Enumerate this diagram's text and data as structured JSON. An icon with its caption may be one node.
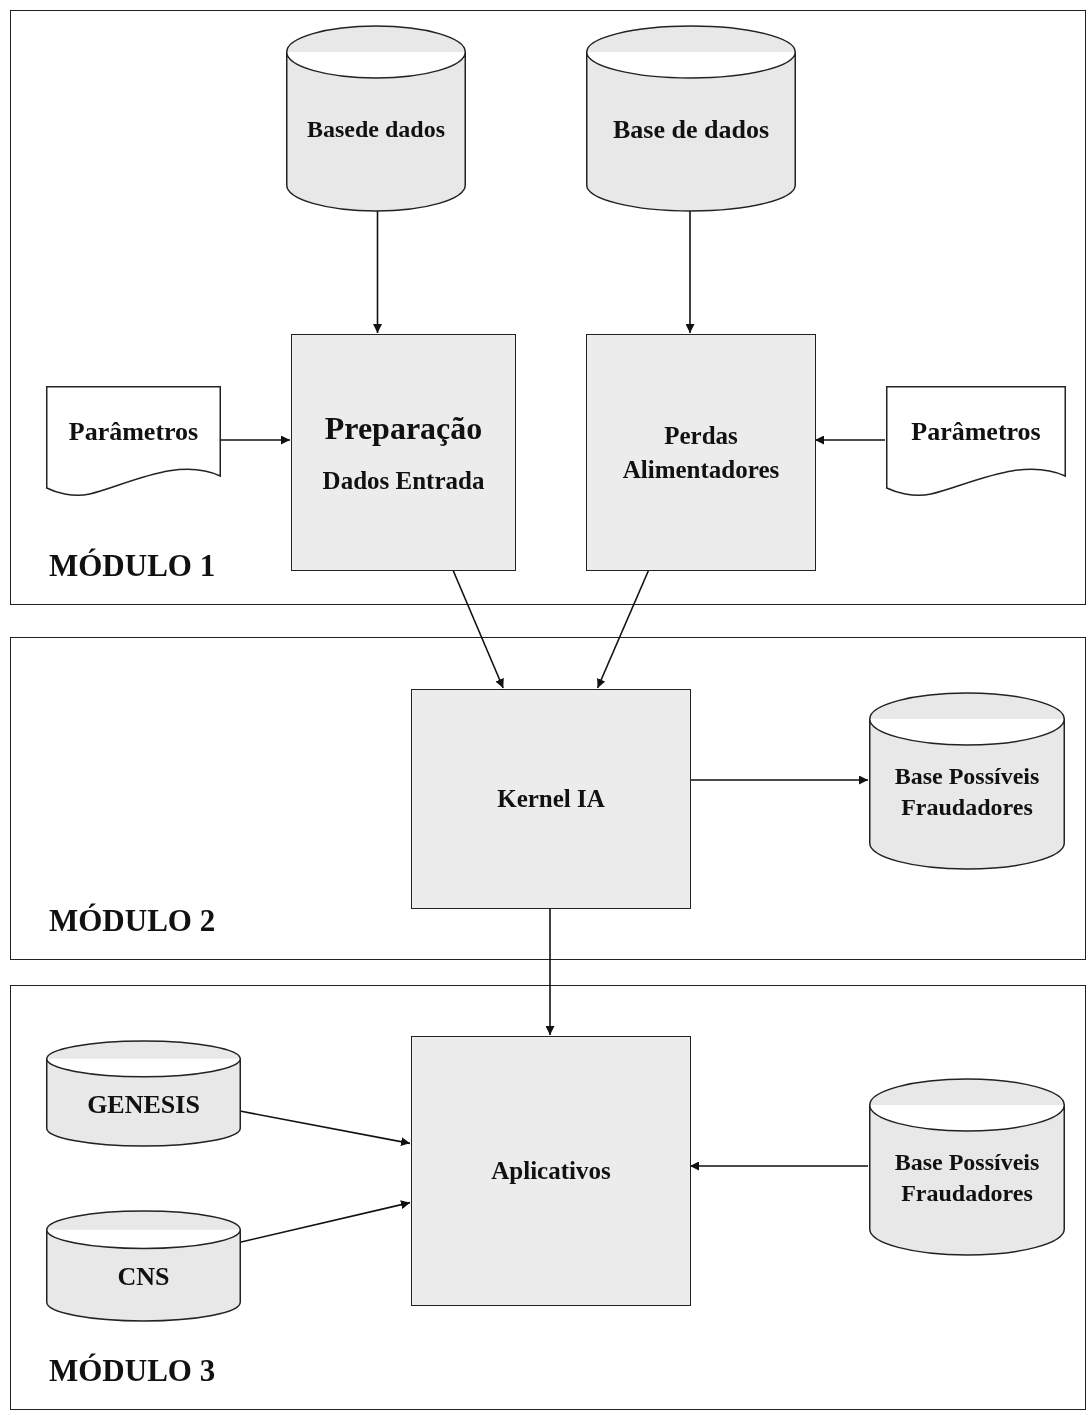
{
  "diagram": {
    "nodes": [
      {
        "text": [
          "MÓDULO 1"
        ]
      },
      {
        "text": [
          "Basede dados"
        ],
        "in": 0
      },
      {
        "text": [
          "Base de dados"
        ],
        "in": 0
      },
      {
        "text": [
          "Parâmetros"
        ],
        "in": 0
      },
      {
        "text": [
          "Preparação",
          "Dados Entrada"
        ],
        "in": 0
      },
      {
        "text": [
          "Perdas Alimentadores"
        ],
        "in": 0
      },
      {
        "text": [
          "Parâmetros"
        ],
        "in": 0
      },
      {
        "text": [
          "MÓDULO 2"
        ]
      },
      {
        "text": [
          "Kernel IA"
        ],
        "in": 7
      },
      {
        "text": [
          "Base Possíveis Fraudadores"
        ],
        "in": 7
      },
      {
        "text": [
          "MÓDULO 3"
        ]
      },
      {
        "text": [
          "GENESIS"
        ],
        "in": 10
      },
      {
        "text": [
          "CNS"
        ],
        "in": 10
      },
      {
        "text": [
          "Aplicativos"
        ],
        "in": 10
      },
      {
        "text": [
          "Base Possíveis Fraudadores"
        ],
        "in": 10
      }
    ],
    "edges": [
      {
        "from": 1,
        "to": 4,
        "arrow": "to"
      },
      {
        "from": 2,
        "to": 5,
        "arrow": "to"
      },
      {
        "from": 3,
        "to": 4,
        "arrow": "to"
      },
      {
        "from": 6,
        "to": 5,
        "arrow": "to"
      },
      {
        "from": 4,
        "to": 8,
        "arrow": "to"
      },
      {
        "from": 5,
        "to": 8,
        "arrow": "to"
      },
      {
        "from": 8,
        "to": 9,
        "arrow": "to"
      },
      {
        "from": 8,
        "to": 13,
        "arrow": "to"
      },
      {
        "from": 11,
        "to": 13,
        "arrow": "to"
      },
      {
        "from": 12,
        "to": 13,
        "arrow": "to"
      },
      {
        "from": 14,
        "to": 13,
        "arrow": "to"
      }
    ]
  }
}
